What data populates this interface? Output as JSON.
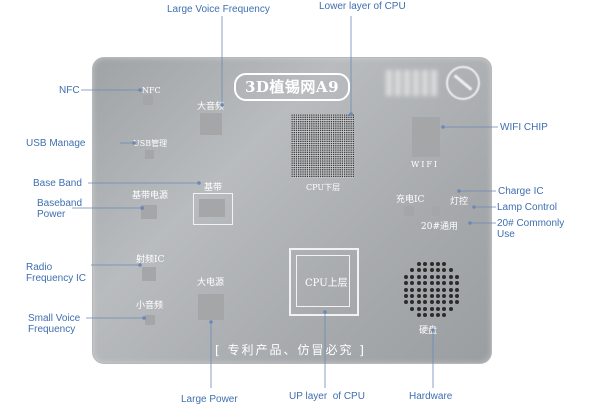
{
  "plate": {
    "title": "3D植锡网A9",
    "footer": "[ 专利产品、仿冒必究 ]",
    "chip_labels": {
      "nfc": "NFC",
      "usb": "USB管理",
      "large_voice": "大音频",
      "baseband": "基带",
      "baseband_power": "基带电源",
      "cpu_lower": "CPU下层",
      "cpu_upper": "CPU上层",
      "radio": "射频IC",
      "small_voice": "小音频",
      "large_power": "大电源",
      "charge": "充电IC",
      "lamp": "灯控",
      "common": "20#通用",
      "wifi": "WIFI",
      "hardware": "硬盘"
    }
  },
  "callouts": {
    "large_voice_frequency": "Large Voice Frequency",
    "lower_layer_cpu": "Lower layer of CPU",
    "nfc": "NFC",
    "usb_manage": "USB Manage",
    "base_band": "Base Band",
    "baseband_power": "Baseband\nPower",
    "radio_frequency_ic": "Radio\nFrequency IC",
    "small_voice_frequency": "Small Voice\nFrequency",
    "wifi_chip": "WIFI CHIP",
    "charge_ic": "Charge IC",
    "lamp_control": "Lamp Control",
    "commonly_use": "20# Commonly\nUse",
    "large_power": "Large Power",
    "up_layer_cpu": "UP layer  of CPU",
    "hardware": "Hardware"
  }
}
